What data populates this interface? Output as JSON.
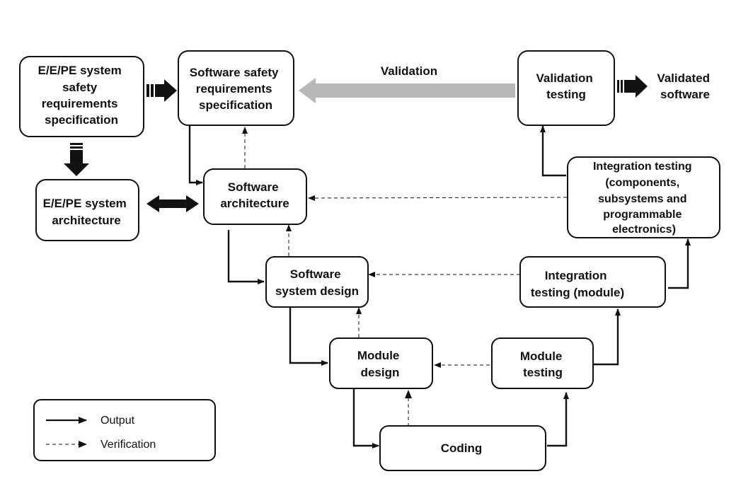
{
  "nodes": {
    "ee_spec": {
      "lines": [
        "E/E/PE system",
        "safety",
        "requirements",
        "specification"
      ]
    },
    "sw_safety_spec": {
      "lines": [
        "Software safety",
        "requirements",
        "specification"
      ]
    },
    "validation_testing": {
      "lines": [
        "Validation",
        "testing"
      ]
    },
    "validated_software": {
      "lines": [
        "Validated",
        "software"
      ]
    },
    "ee_arch": {
      "lines": [
        "E/E/PE system",
        "architecture"
      ]
    },
    "sw_arch": {
      "lines": [
        "Software",
        "architecture"
      ]
    },
    "integration_testing_components": {
      "lines": [
        "Integration testing",
        "(components,",
        "subsystems and",
        "programmable",
        "electronics)"
      ]
    },
    "sw_system_design": {
      "lines": [
        "Software",
        "system design"
      ]
    },
    "integration_testing_module": {
      "lines": [
        "Integration",
        "testing (module)"
      ]
    },
    "module_design": {
      "lines": [
        "Module",
        "design"
      ]
    },
    "module_testing": {
      "lines": [
        "Module",
        "testing"
      ]
    },
    "coding": {
      "lines": [
        "Coding"
      ]
    }
  },
  "validation_label": "Validation",
  "legend": {
    "output": "Output",
    "verification": "Verification"
  }
}
